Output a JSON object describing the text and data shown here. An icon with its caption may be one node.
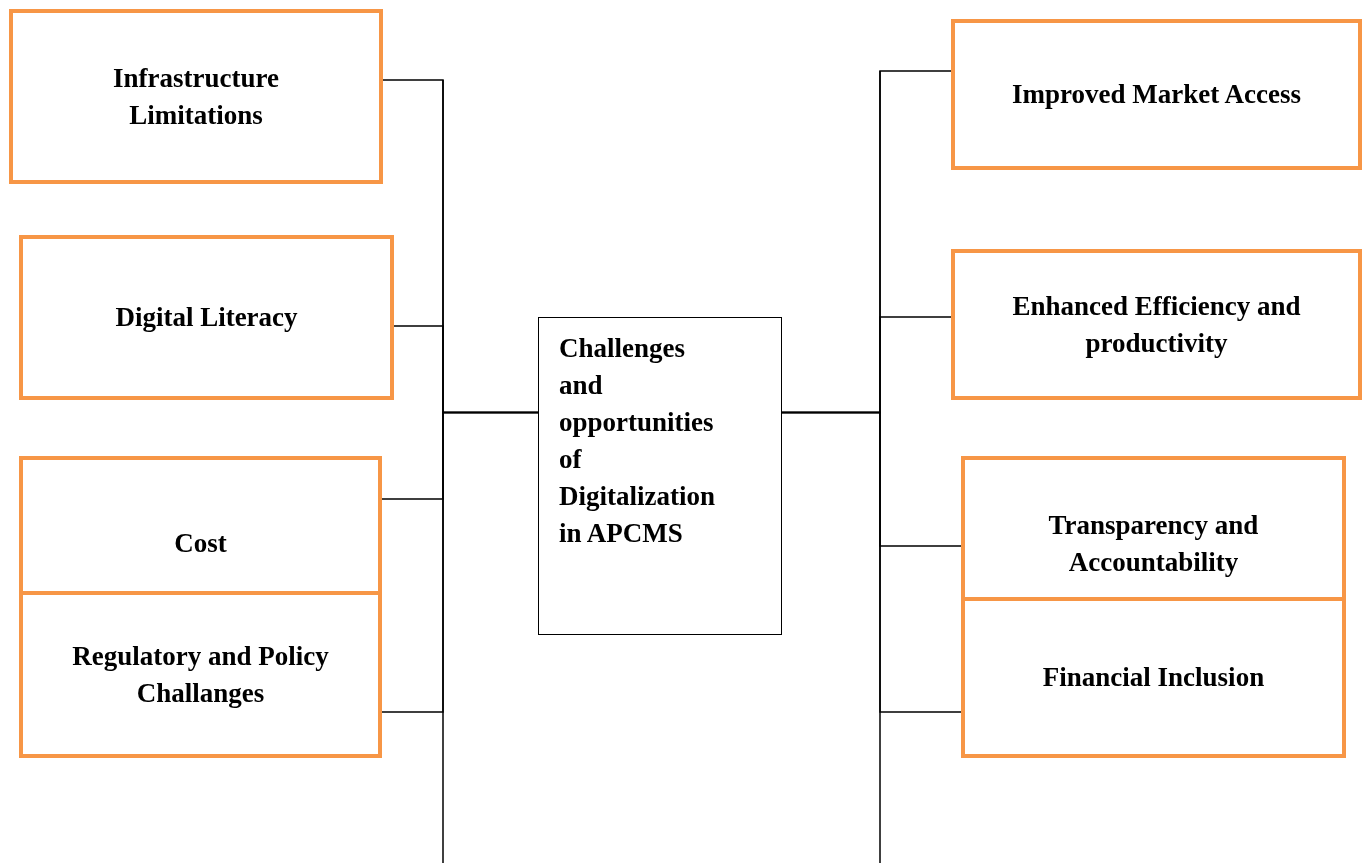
{
  "diagram": {
    "nodes": [
      {
        "text": [
          "Challenges and opportunities of Digitalization in APCMS"
        ]
      },
      {
        "text": [
          "Infrastructure Limitations"
        ]
      },
      {
        "text": [
          "Digital Literacy"
        ]
      },
      {
        "text": [
          "Cost"
        ]
      },
      {
        "text": [
          "Regulatory and Policy Challanges"
        ]
      },
      {
        "text": [
          "Improved Market Access"
        ]
      },
      {
        "text": [
          "Enhanced Efficiency and productivity"
        ]
      },
      {
        "text": [
          "Transparency and Accountability"
        ]
      },
      {
        "text": [
          "Financial Inclusion"
        ]
      }
    ],
    "edges": [
      {
        "from": 0,
        "to": 1,
        "arrow": "none"
      },
      {
        "from": 0,
        "to": 2,
        "arrow": "none"
      },
      {
        "from": 0,
        "to": 3,
        "arrow": "none"
      },
      {
        "from": 0,
        "to": 4,
        "arrow": "none"
      },
      {
        "from": 0,
        "to": 5,
        "arrow": "none"
      },
      {
        "from": 0,
        "to": 6,
        "arrow": "none"
      },
      {
        "from": 0,
        "to": 7,
        "arrow": "none"
      },
      {
        "from": 0,
        "to": 8,
        "arrow": "none"
      }
    ]
  }
}
